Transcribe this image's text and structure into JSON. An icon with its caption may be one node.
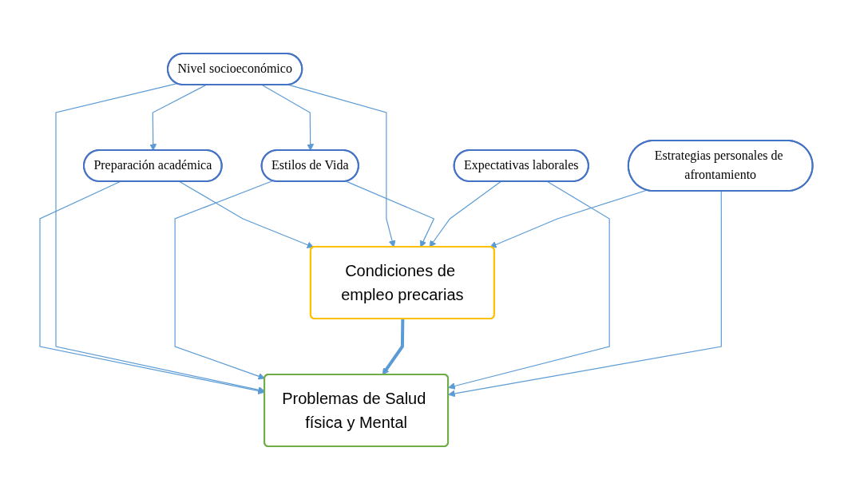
{
  "diagram": {
    "nodes": [
      {
        "text": [
          "Preparación académica"
        ]
      },
      {
        "text": [
          "Nivel socioeconómico"
        ]
      },
      {
        "text": [
          "Estilos de Vida"
        ]
      },
      {
        "text": [
          "Condiciones de empleo precarias"
        ]
      },
      {
        "text": [
          "Problemas de Salud física y Mental"
        ]
      },
      {
        "text": [
          "Expectativas laborales"
        ]
      },
      {
        "text": [
          "Estrategias personales de afrontamiento"
        ]
      }
    ],
    "edges": [
      {
        "from": 1,
        "to": 0,
        "arrow": "to"
      },
      {
        "from": 1,
        "to": 2,
        "arrow": "to"
      },
      {
        "from": 0,
        "to": 3,
        "arrow": "to"
      },
      {
        "from": 0,
        "to": 4,
        "arrow": "to"
      },
      {
        "from": 1,
        "to": 3,
        "arrow": "to"
      },
      {
        "from": 1,
        "to": 4,
        "arrow": "to"
      },
      {
        "from": 2,
        "to": 3,
        "arrow": "to"
      },
      {
        "from": 2,
        "to": 4,
        "arrow": "to"
      },
      {
        "from": 3,
        "to": 4,
        "arrow": "to",
        "style": "thick"
      },
      {
        "from": 5,
        "to": 3,
        "arrow": "to"
      },
      {
        "from": 5,
        "to": 4,
        "arrow": "to"
      },
      {
        "from": 6,
        "to": 3,
        "arrow": "to"
      },
      {
        "from": 6,
        "to": 4,
        "arrow": "to"
      }
    ]
  }
}
